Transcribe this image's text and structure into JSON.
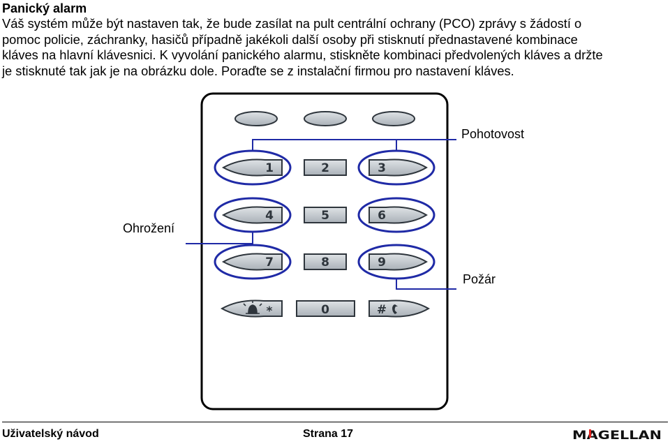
{
  "heading": "Panický alarm",
  "paragraph_lines": [
    "Váš systém může být nastaven tak, že bude zasílat na pult centrální ochrany (PCO) zprávy s žádostí o",
    "pomoc policie, záchranky, hasičů případně jakékoli další osoby při stisknutí přednastavené kombinace",
    "kláves na hlavní klávesnici. K vyvolání panického alarmu, stiskněte kombinaci předvolených kláves a držte",
    "je stisknuté tak jak je na obrázku dole. Poraďte se z instalační firmou pro nastavení kláves."
  ],
  "keypad": {
    "keys": [
      "1",
      "2",
      "3",
      "4",
      "5",
      "6",
      "7",
      "8",
      "9",
      "*",
      "0",
      "#"
    ],
    "icons": [
      "bell-icon",
      "phone-icon"
    ]
  },
  "callouts": {
    "emergency": "Pohotovost",
    "threat": "Ohrožení",
    "fire": "Požár"
  },
  "footer": {
    "left": "Uživatelský návod",
    "page": "Strana 17"
  },
  "logo": {
    "text": "MAGELLAN",
    "accent_color": "#e2211c"
  },
  "colors": {
    "highlight": "#1f2aa6",
    "key_fill": "#c8cdd2",
    "key_dark": "#3d464f"
  }
}
